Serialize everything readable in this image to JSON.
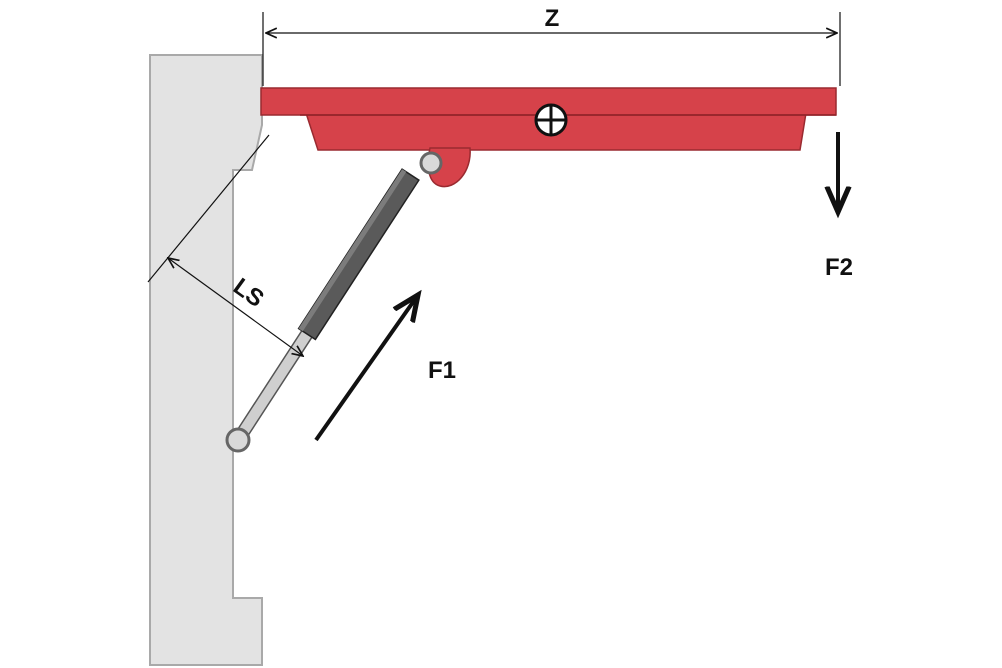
{
  "labels": {
    "z": "Z",
    "ls": "LS",
    "f1": "F1",
    "f2": "F2"
  },
  "colors": {
    "lid": "#d6424a",
    "lid_dark": "#b8323a",
    "lid_outline": "#9a2a30",
    "wall": "#e3e3e3",
    "wall_outline": "#a9a9a9",
    "cylinder": "#555555",
    "rod": "#cfcfcf",
    "line": "#111111"
  },
  "icons": {
    "pivot": "crosshair-circle-icon",
    "force_arrow": "arrow-icon"
  }
}
